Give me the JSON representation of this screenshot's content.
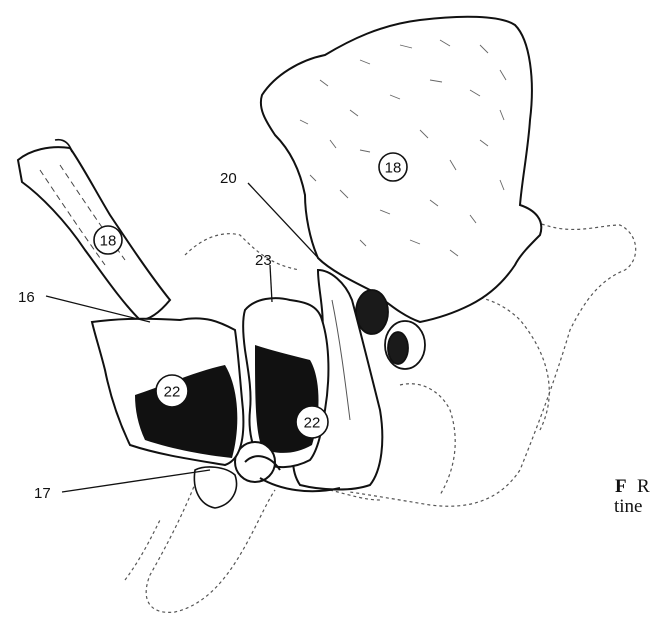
{
  "figure": {
    "labels": {
      "bone_18_upper": "18",
      "bone_18_left": "18",
      "bone_22_left": "22",
      "bone_22_center": "22",
      "label_20": "20",
      "label_23": "23",
      "label_16": "16",
      "label_17": "17"
    },
    "caption": {
      "bold_letter": "F",
      "line1_rest": "R",
      "line2": "tine"
    }
  }
}
